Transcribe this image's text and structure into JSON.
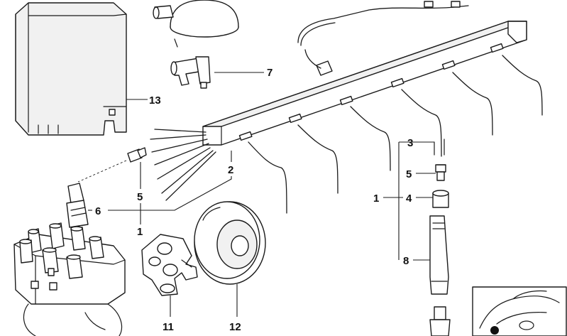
{
  "diagram": {
    "callouts": {
      "c13": "13",
      "c7": "7",
      "c2": "2",
      "c5a": "5",
      "c6": "6",
      "c1a": "1",
      "c11": "11",
      "c12": "12",
      "c3": "3",
      "c5b": "5",
      "c1b": "1",
      "c4": "4",
      "c8": "8"
    },
    "colors": {
      "ink": "#1a1a1a",
      "background": "#ffffff",
      "shade": "#f1f1f1"
    }
  }
}
